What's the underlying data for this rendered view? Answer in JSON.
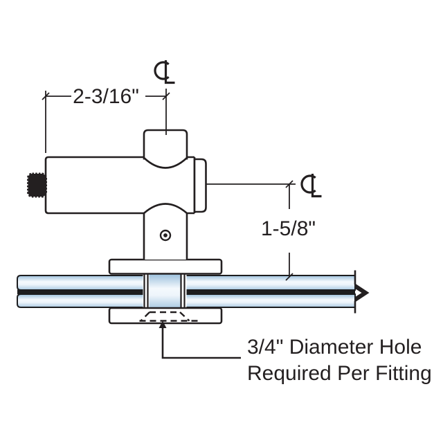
{
  "dimensions": {
    "horizontal": "2-3/16\"",
    "vertical": "1-5/8\""
  },
  "note": {
    "line1": "3/4\" Diameter Hole",
    "line2": "Required Per Fitting"
  },
  "icons": {
    "centerline_top": "centerline-icon",
    "centerline_right": "centerline-icon"
  },
  "colors": {
    "line": "#231f20",
    "glass_blue": "#a9c9e2",
    "glass_highlight": "#f4f9fd",
    "interlayer": "#1d1d1f",
    "background": "#ffffff"
  }
}
